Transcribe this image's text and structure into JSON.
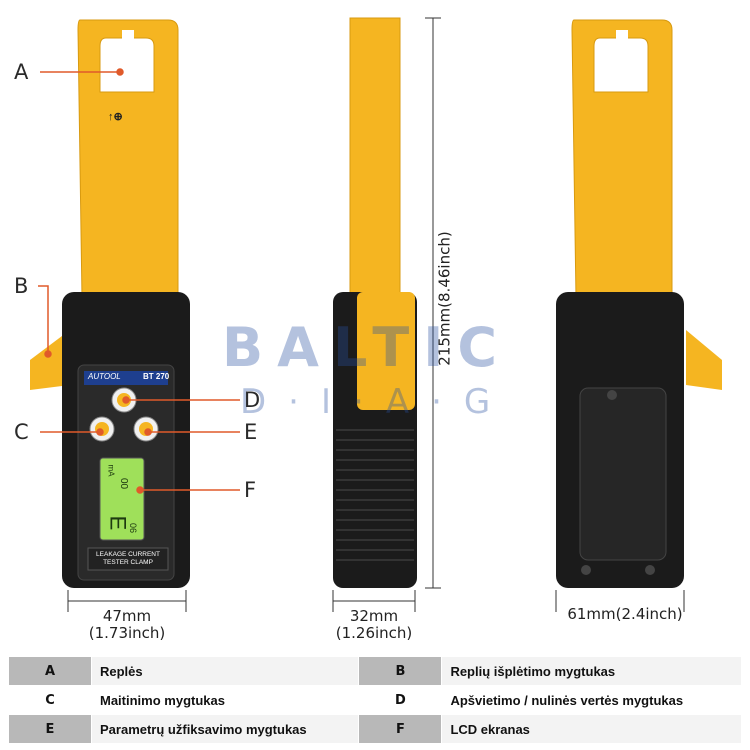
{
  "watermark": {
    "line1": "BALTIC",
    "line2": "D·I·A·G"
  },
  "device_front": {
    "brand": "AUTOOL",
    "model": "BT 270",
    "polarity_mark": "↑⊕",
    "label_line1": "LEAKAGE CURRENT",
    "label_line2": "TESTER CLAMP",
    "lcd_value": "00",
    "lcd_unit": "mA",
    "lcd_big": "E",
    "lcd_small": "06"
  },
  "dimensions": {
    "height": "215mm(8.46inch)",
    "front_width_mm": "47mm",
    "front_width_in": "(1.73inch)",
    "side_width_mm": "32mm",
    "side_width_in": "(1.26inch)",
    "back_width": "61mm(2.4inch)"
  },
  "callouts": [
    "A",
    "B",
    "C",
    "D",
    "E",
    "F"
  ],
  "legend": [
    {
      "l1": "A",
      "d1": "Replės",
      "l2": "B",
      "d2": "Replių išplėtimo mygtukas"
    },
    {
      "l1": "C",
      "d1": "Maitinimo mygtukas",
      "l2": "D",
      "d2": "Apšvietimo / nulinės vertės mygtukas"
    },
    {
      "l1": "E",
      "d1": "Parametrų užfiksavimo mygtukas",
      "l2": "F",
      "d2": "LCD ekranas"
    }
  ],
  "colors": {
    "jaw": "#f5b521",
    "body": "#1b1b1b",
    "lcd": "#9fe05a",
    "callout_line": "#e05a2a"
  }
}
